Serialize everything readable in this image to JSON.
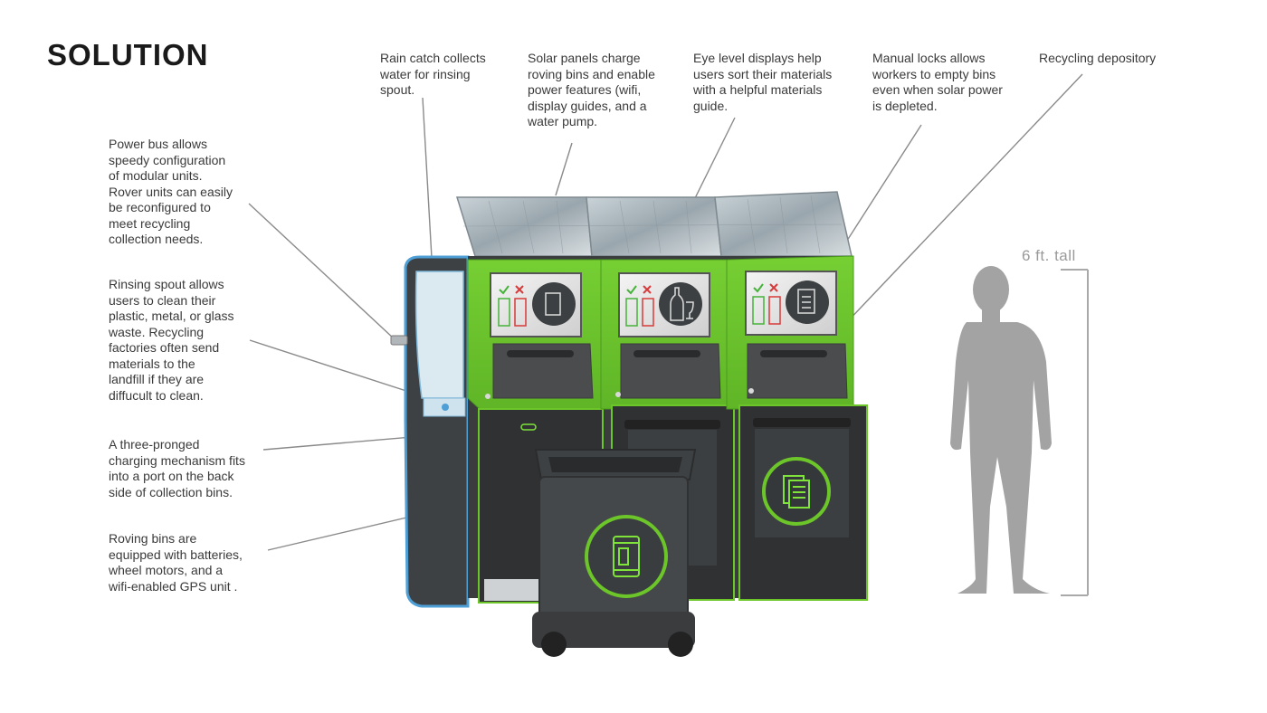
{
  "title": "SOLUTION",
  "annotations": {
    "rain_catch": "Rain catch collects\nwater for  rinsing\nspout.",
    "solar_panels": "Solar panels charge\nroving bins and enable\npower features (wifi,\ndisplay guides, and a\nwater pump.",
    "eye_level_displays": "Eye level displays help\nusers sort their materials\nwith a helpful materials\nguide.",
    "manual_locks": "Manual locks allows\nworkers to empty bins\neven when solar power\nis depleted.",
    "recycling_depository": "Recycling depository",
    "power_bus": "Power bus allows\nspeedy configuration\nof modular units.\nRover units can easily\nbe reconfigured to\nmeet recycling\ncollection needs.",
    "rinsing_spout": "Rinsing spout allows\nusers to clean their\nplastic, metal, or glass\nwaste. Recycling\nfactories often send\nmaterials to the\nlandfill if they are\ndiffucult to clean.",
    "charging_mechanism": "A three-pronged\ncharging mechanism fits\ninto a port on the back\nside of collection bins.",
    "roving_bins": "Roving bins are\nequipped with batteries,\nwheel motors, and a\nwifi-enabled GPS unit ."
  },
  "height_label": "6 ft. tall",
  "colors": {
    "accent_green": "#6cc62a",
    "neon_green": "#7fe33a",
    "body_dark": "#3b3d3f",
    "spout_blue": "#4d9fd6",
    "silhouette_gray": "#a3a3a3",
    "leader_line": "#8a8a8a"
  },
  "icons": [
    "can-icon",
    "bottle-icon",
    "paper-icon",
    "check-icon",
    "cross-icon"
  ]
}
